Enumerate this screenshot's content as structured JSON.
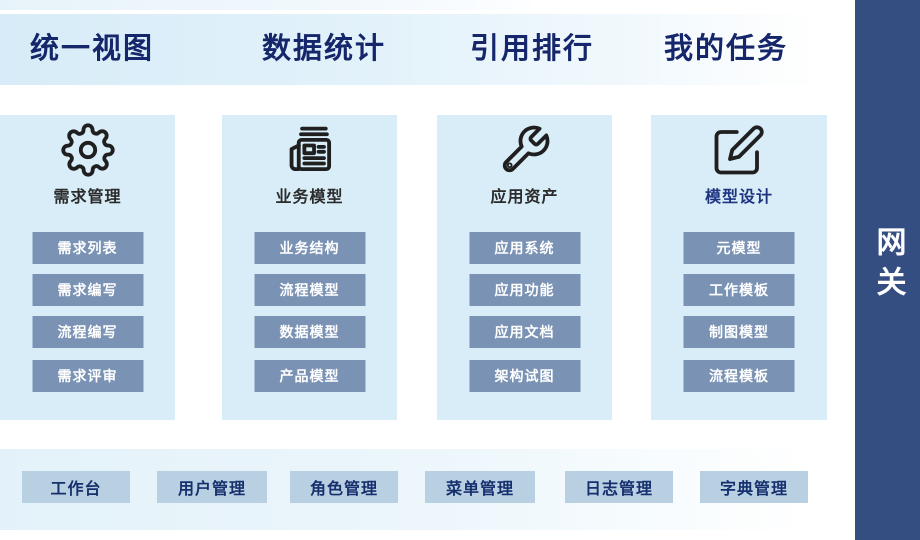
{
  "header": {
    "tabs": [
      "统一视图",
      "数据统计",
      "引用排行",
      "我的任务"
    ]
  },
  "cards": [
    {
      "title": "需求管理",
      "icon": "gear-icon",
      "buttons": [
        "需求列表",
        "需求编写",
        "流程编写",
        "需求评审"
      ]
    },
    {
      "title": "业务模型",
      "icon": "newspaper-icon",
      "buttons": [
        "业务结构",
        "流程模型",
        "数据模型",
        "产品模型"
      ]
    },
    {
      "title": "应用资产",
      "icon": "wrench-icon",
      "buttons": [
        "应用系统",
        "应用功能",
        "应用文档",
        "架构试图"
      ]
    },
    {
      "title": "模型设计",
      "icon": "edit-icon",
      "buttons": [
        "元模型",
        "工作模板",
        "制图模型",
        "流程模板"
      ]
    }
  ],
  "sidebar": {
    "label": "网关"
  },
  "bottom_bar": {
    "buttons": [
      "工作台",
      "用户管理",
      "角色管理",
      "菜单管理",
      "日志管理",
      "字典管理"
    ]
  },
  "colors": {
    "header_band": "#d7ecf8",
    "card_background": "#d9edf8",
    "card_button": "#7a92b4",
    "bottom_button": "#b9cfe2",
    "sidebar": "#344e81",
    "tab_text": "#15266b",
    "highlight_title": "#1e3480"
  }
}
